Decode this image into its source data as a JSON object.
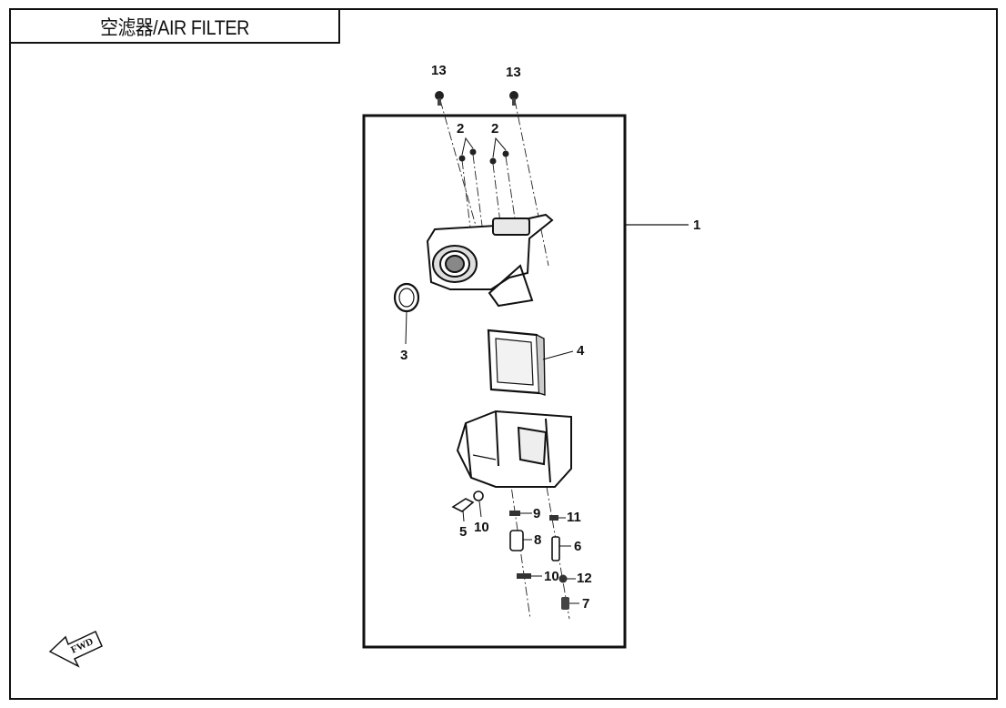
{
  "title": "空滤器/AIR FILTER",
  "fwd_label": "FWD",
  "callouts": {
    "c1": "1",
    "c2a": "2",
    "c2b": "2",
    "c3": "3",
    "c4": "4",
    "c5": "5",
    "c6": "6",
    "c7": "7",
    "c8": "8",
    "c9": "9",
    "c10a": "10",
    "c10b": "10",
    "c11": "11",
    "c12": "12",
    "c13a": "13",
    "c13b": "13"
  }
}
